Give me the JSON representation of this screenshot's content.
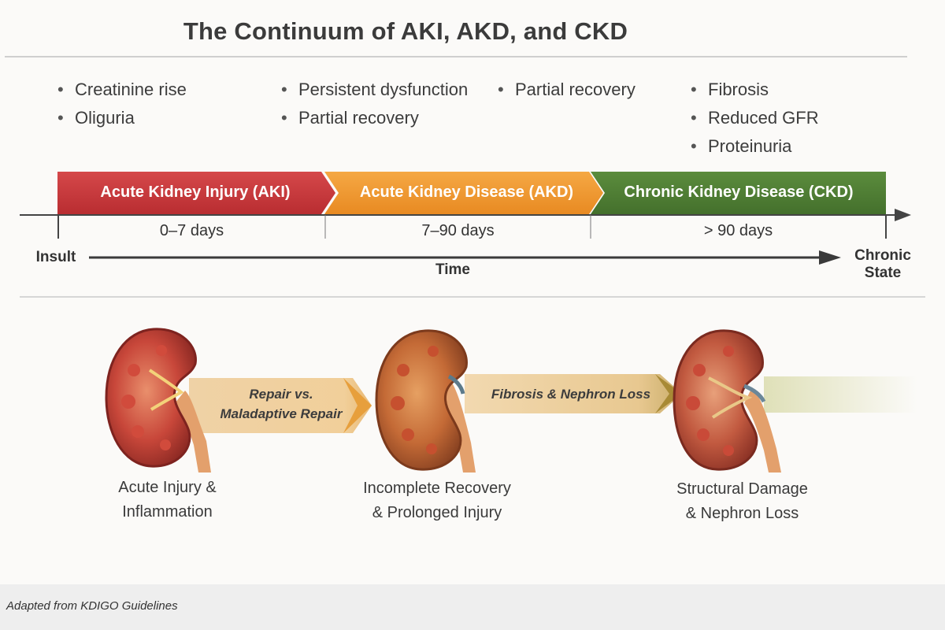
{
  "title": "The Continuum of AKI, AKD, and CKD",
  "bullet_groups": [
    {
      "name": "aki-features",
      "items": [
        "Creatinine rise",
        "Oliguria"
      ]
    },
    {
      "name": "akd-features",
      "items": [
        "Persistent dysfunction",
        "Partial recovery"
      ]
    },
    {
      "name": "transition-features",
      "items": [
        "Partial recovery"
      ]
    },
    {
      "name": "ckd-features",
      "items": [
        "Fibrosis",
        "Reduced GFR",
        "Proteinuria"
      ]
    }
  ],
  "stages": [
    {
      "label": "Acute Kidney Injury (AKI)",
      "duration": "0–7 days",
      "color": "#c9393b"
    },
    {
      "label": "Acute Kidney Disease (AKD)",
      "duration": "7–90 days",
      "color": "#ef9a31"
    },
    {
      "label": "Chronic Kidney Disease (CKD)",
      "duration": "> 90 days",
      "color": "#4f7f35"
    }
  ],
  "axis": {
    "start": "Insult",
    "label": "Time",
    "end_line1": "Chronic",
    "end_line2": "State"
  },
  "kidneys": [
    {
      "caption_line1": "Acute Injury &",
      "caption_line2": "Inflammation",
      "tone": "#b33a33"
    },
    {
      "caption_line1": "Incomplete Recovery",
      "caption_line2": "& Prolonged Injury",
      "tone": "#b85a2e"
    },
    {
      "caption_line1": "Structural Damage",
      "caption_line2": "& Nephron Loss",
      "tone": "#a8412e"
    }
  ],
  "transitions": [
    {
      "line1": "Repair vs.",
      "line2": "Maladaptive Repair"
    },
    {
      "line1": "Fibrosis & Nephron Loss"
    }
  ],
  "footer": "Adapted from KDIGO Guidelines"
}
